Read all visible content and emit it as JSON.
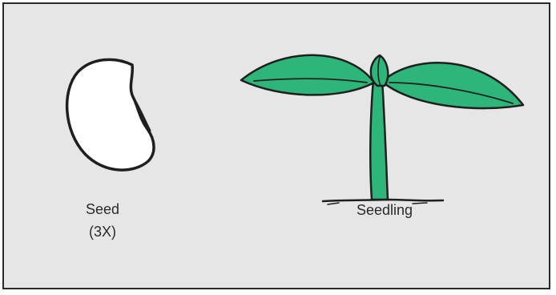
{
  "figure": {
    "seed": {
      "caption_line1": "Seed",
      "caption_line2": "(3X)",
      "icon": "seed-outline"
    },
    "seedling": {
      "caption": "Seedling",
      "icon": "seedling-sprout",
      "leaf_color": "#2eb67a",
      "outline_color": "#1f1f1f"
    },
    "panel_background": "#e6e6e6"
  }
}
